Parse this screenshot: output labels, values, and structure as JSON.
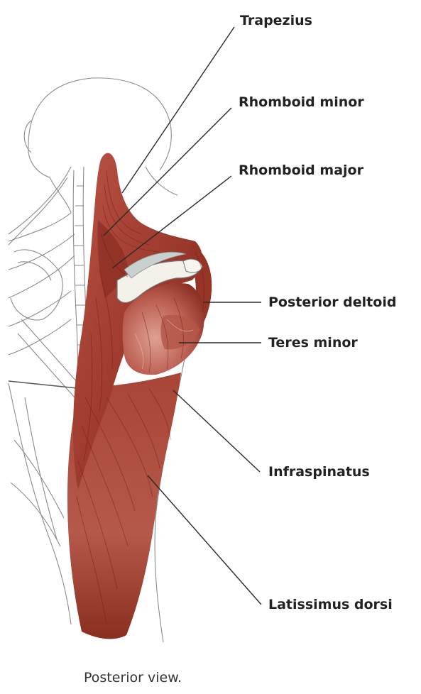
{
  "figure": {
    "labels": {
      "trapezius": "Trapezius",
      "rhomboid_minor": "Rhomboid minor",
      "rhomboid_major": "Rhomboid major",
      "posterior_deltoid": "Posterior deltoid",
      "teres_minor": "Teres minor",
      "infraspinatus": "Infraspinatus",
      "latissimus_dorsi": "Latissimus dorsi"
    },
    "caption": "Posterior view."
  },
  "colors": {
    "muscle": "#a8453a",
    "muscle_dark": "#7c2618",
    "muscle_light": "#d98c80",
    "bone": "#f4f0ea",
    "sketch": "#8a8a8a"
  }
}
